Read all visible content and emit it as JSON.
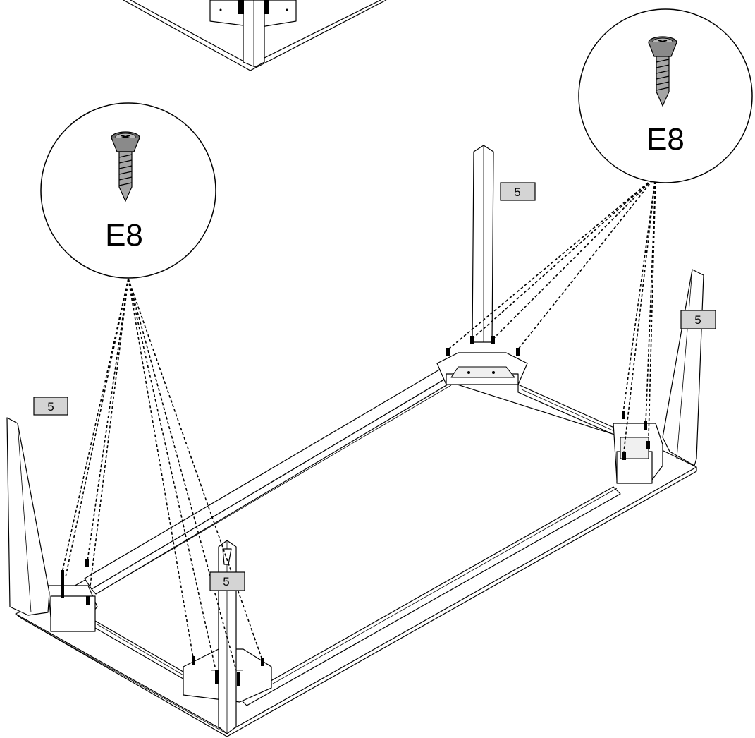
{
  "diagram": {
    "callouts": [
      {
        "id": "left",
        "part_code": "E8",
        "icon": "countersunk-screw-icon"
      },
      {
        "id": "right",
        "part_code": "E8",
        "icon": "countersunk-screw-icon"
      }
    ],
    "part_labels": [
      "5",
      "5",
      "5",
      "5"
    ],
    "colors": {
      "line": "#000000",
      "label_fill": "#d4d4d4",
      "background": "#ffffff"
    }
  }
}
